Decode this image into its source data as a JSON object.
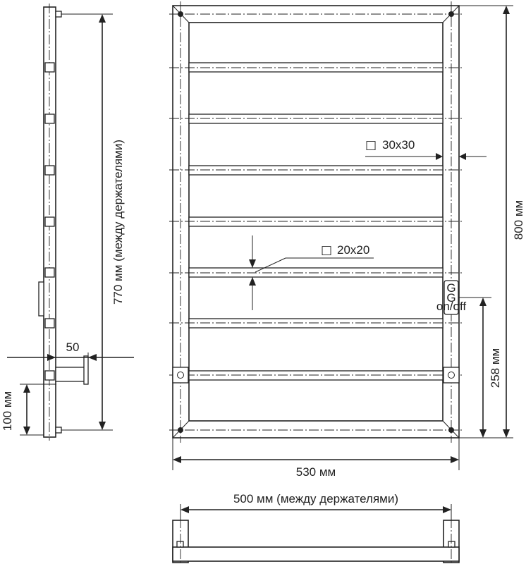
{
  "dimensions": {
    "height_total": "800 мм",
    "width_total": "530 мм",
    "holders_vertical": "770 мм (между держателями)",
    "holders_horizontal": "500 мм (между держателями)",
    "switch_height": "258 мм",
    "bottom_offset": "100 мм",
    "wall_gap": "50",
    "profile_frame": "30x30",
    "profile_bar": "20x20"
  },
  "symbols": {
    "square_glyph": "□"
  },
  "switch_panel": {
    "icon_left": "G",
    "icon_right": "G",
    "label": "on/off"
  },
  "colors": {
    "line": "#222222",
    "background": "#ffffff"
  }
}
